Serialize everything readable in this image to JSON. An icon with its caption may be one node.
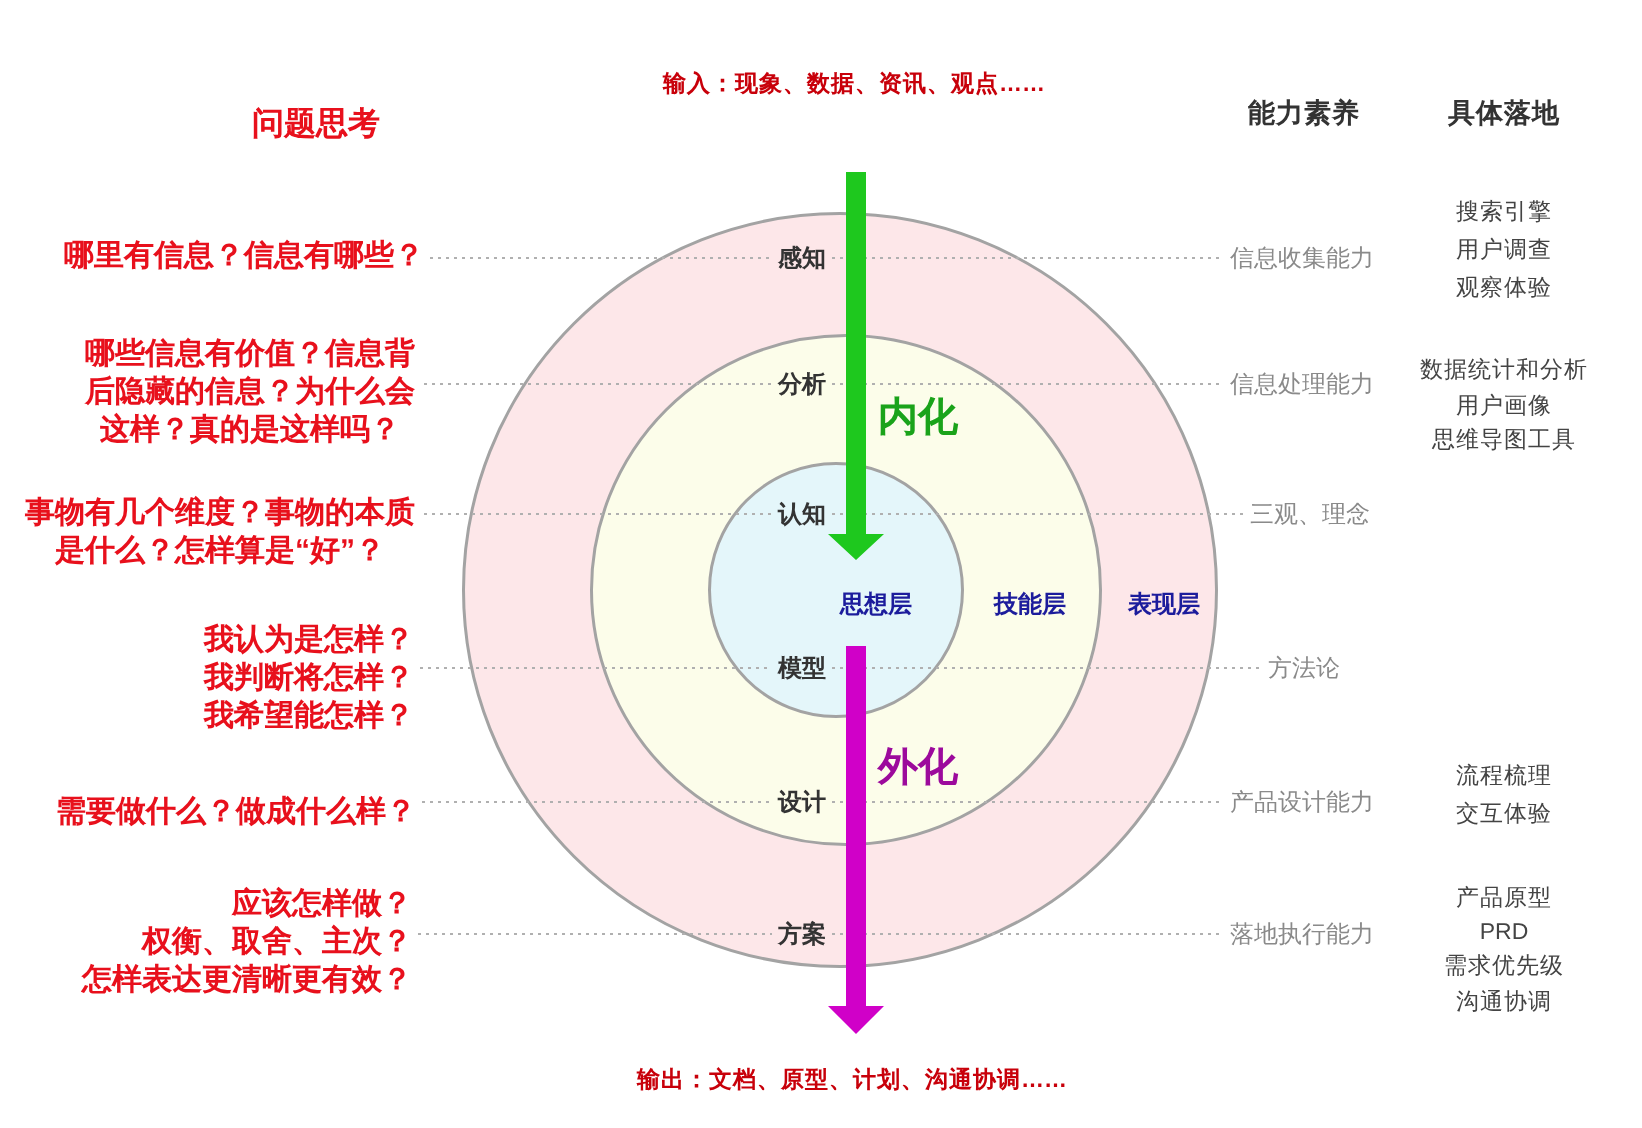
{
  "diagram": {
    "nodes": [
      {
        "text": [
          "表现层"
        ]
      },
      {
        "text": [
          "技能层"
        ],
        "in": 0
      },
      {
        "text": [
          "思想层"
        ],
        "in": 1
      },
      {
        "text": [
          "感知"
        ],
        "in": 0
      },
      {
        "text": [
          "分析"
        ],
        "in": 1
      },
      {
        "text": [
          "认知"
        ],
        "in": 2
      },
      {
        "text": [
          "模型"
        ],
        "in": 2
      },
      {
        "text": [
          "设计"
        ],
        "in": 1
      },
      {
        "text": [
          "方案"
        ],
        "in": 0
      },
      {
        "text": [
          "哪里有信息？信息有哪些？"
        ]
      },
      {
        "text": [
          "哪些信息有价值？信息背后隐藏的信息？为什么会这样？真的是这样吗？"
        ]
      },
      {
        "text": [
          "事物有几个维度？事物的本质是什么？怎样算是“好”？"
        ]
      },
      {
        "text": [
          "我认为是怎样？",
          "我判断将怎样？",
          "我希望能怎样？"
        ]
      },
      {
        "text": [
          "需要做什么？做成什么样？"
        ]
      },
      {
        "text": [
          "应该怎样做？",
          "权衡、取舍、主次？",
          "怎样表达更清晰更有效？"
        ]
      },
      {
        "text": [
          "信息收集能力"
        ]
      },
      {
        "text": [
          "信息处理能力"
        ]
      },
      {
        "text": [
          "三观、理念"
        ]
      },
      {
        "text": [
          "方法论"
        ]
      },
      {
        "text": [
          "产品设计能力"
        ]
      },
      {
        "text": [
          "落地执行能力"
        ]
      }
    ],
    "edges": [
      {
        "from": 9,
        "to": 3,
        "arrow": "none",
        "style": "dashed"
      },
      {
        "from": 3,
        "to": 15,
        "arrow": "none",
        "style": "dashed"
      },
      {
        "from": 10,
        "to": 4,
        "arrow": "none",
        "style": "dashed"
      },
      {
        "from": 4,
        "to": 16,
        "arrow": "none",
        "style": "dashed"
      },
      {
        "from": 11,
        "to": 5,
        "arrow": "none",
        "style": "dashed"
      },
      {
        "from": 5,
        "to": 17,
        "arrow": "none",
        "style": "dashed"
      },
      {
        "from": 12,
        "to": 6,
        "arrow": "none",
        "style": "dashed"
      },
      {
        "from": 6,
        "to": 18,
        "arrow": "none",
        "style": "dashed"
      },
      {
        "from": 13,
        "to": 7,
        "arrow": "none",
        "style": "dashed"
      },
      {
        "from": 7,
        "to": 19,
        "arrow": "none",
        "style": "dashed"
      },
      {
        "from": 14,
        "to": 8,
        "arrow": "none",
        "style": "dashed"
      },
      {
        "from": 8,
        "to": 20,
        "arrow": "none",
        "style": "dashed"
      }
    ],
    "labels": [
      "输入：现象、数据、资讯、观点……",
      "问题思考",
      "能力素养",
      "具体落地",
      "搜索引擎",
      "用户调查",
      "观察体验",
      "数据统计和分析",
      "用户画像",
      "思维导图工具",
      "内化",
      "外化",
      "流程梳理",
      "交互体验",
      "产品原型",
      "PRD",
      "需求优先级",
      "沟通协调",
      "输出：文档、原型、计划、沟通协调……"
    ]
  }
}
